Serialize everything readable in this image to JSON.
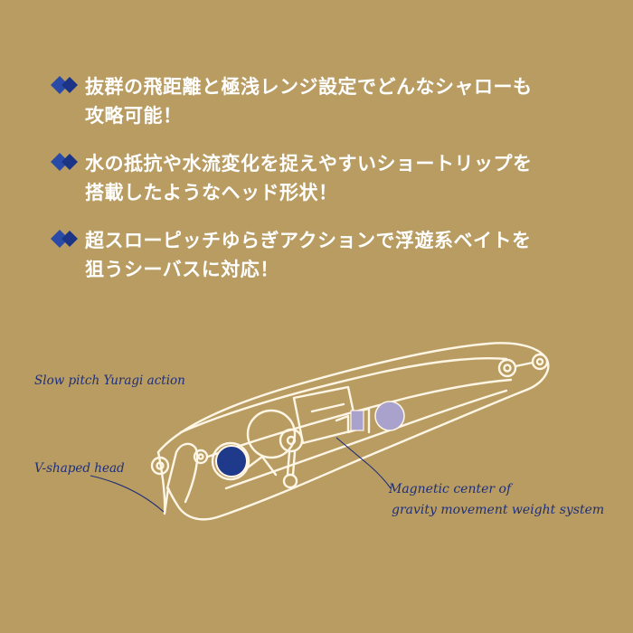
{
  "colors": {
    "background": "#b89c62",
    "text": "#ffffff",
    "accent_navy": "#1f3a8a",
    "lavender": "#a9a2cc",
    "outline": "#fff6e6"
  },
  "features": [
    {
      "icon": "diamond-bullet-icon",
      "lines": [
        "抜群の飛距離と極浅レンジ設定でどんなシャローも",
        "攻略可能！"
      ]
    },
    {
      "icon": "diamond-bullet-icon",
      "lines": [
        "水の抵抗や水流変化を捉えやすいショートリップを",
        "搭載したようなヘッド形状！"
      ]
    },
    {
      "icon": "diamond-bullet-icon",
      "lines": [
        "超スローピッチゆらぎアクションで浮遊系ベイトを",
        "狙うシーバスに対応！"
      ]
    }
  ],
  "annotations": {
    "slow_pitch": "Slow pitch Yuragi action",
    "v_head": "V-shaped head",
    "magnetic_line1": "Magnetic center of",
    "magnetic_line2": "gravity movement weight system"
  }
}
